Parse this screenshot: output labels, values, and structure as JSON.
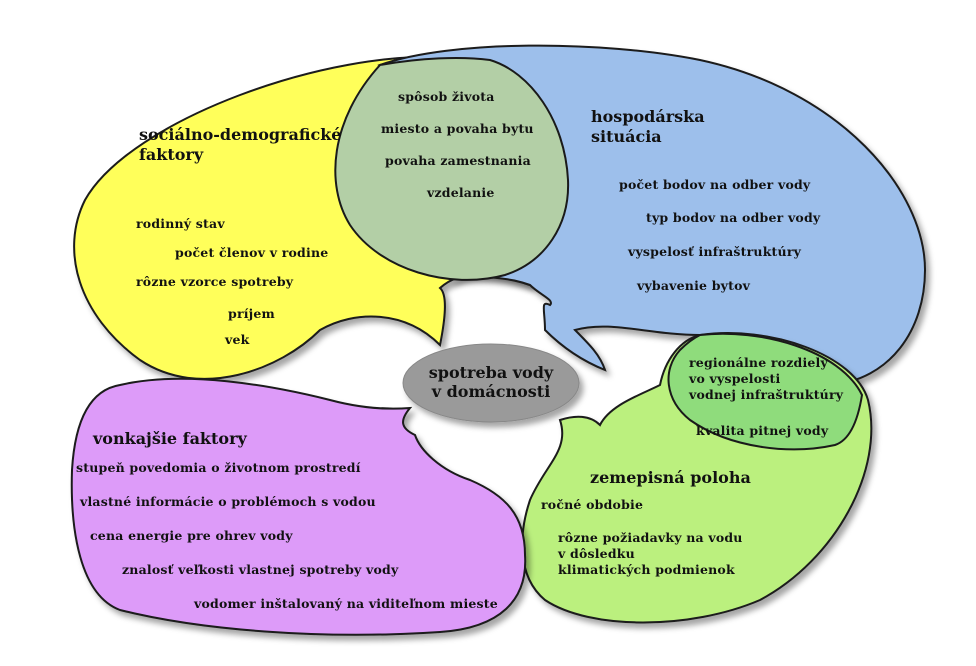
{
  "center": {
    "line1": "spotreba vody",
    "line2": "v domácnosti"
  },
  "social": {
    "title_line1": "sociálno-demografické",
    "title_line2": "faktory",
    "items": [
      "rodinný stav",
      "počet členov v rodine",
      "rôzne vzorce spotreby",
      "príjem",
      "vek"
    ]
  },
  "overlap_social_economic": {
    "items": [
      "spôsob života",
      "miesto a povaha bytu",
      "povaha zamestnania",
      "vzdelanie"
    ]
  },
  "economic": {
    "title_line1": "hospodárska",
    "title_line2": "situácia",
    "items": [
      "počet bodov na odber vody",
      "typ bodov na odber vody",
      "vyspelosť infraštruktúry",
      "vybavenie bytov"
    ]
  },
  "overlap_economic_geographic": {
    "line1": "regionálne rozdiely",
    "line2": "vo vyspelosti",
    "line3": "vodnej infraštruktúry",
    "item2": "kvalita pitnej vody"
  },
  "geographic": {
    "title": "zemepisná poloha",
    "item1": "ročné obdobie",
    "item2_line1": "rôzne požiadavky na vodu",
    "item2_line2": "v dôsledku",
    "item2_line3": "klimatických podmienok"
  },
  "external": {
    "title": "vonkajšie faktory",
    "items": [
      "stupeň povedomia o životnom prostredí",
      "vlastné informácie o problémoch s vodou",
      "cena energie pre ohrev vody",
      "znalosť veľkosti vlastnej spotreby vody",
      "vodomer inštalovaný na viditeľnom mieste"
    ]
  },
  "colors": {
    "social": "#ffff5a",
    "economic": "#9dbfeb",
    "overlap_social_economic": "#b3cfa6",
    "geographic": "#bbf07e",
    "overlap_economic_geographic": "#8fdc7c",
    "external": "#dd9bf9",
    "center": "#9a9a9a",
    "outline": "#1a1a1a"
  }
}
